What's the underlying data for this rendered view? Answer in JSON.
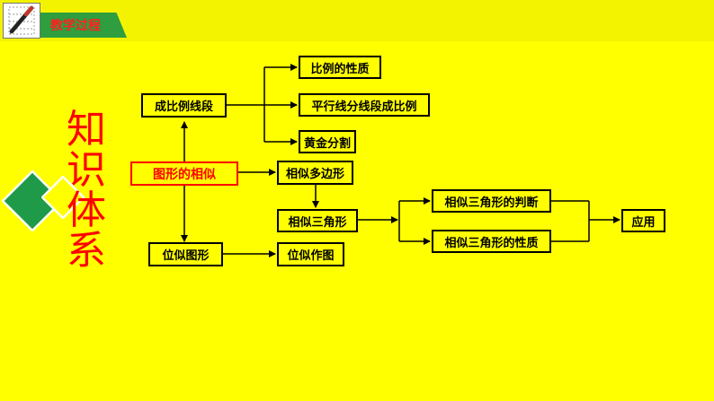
{
  "header": {
    "title": "教学过程"
  },
  "side_title": {
    "chars": [
      "知",
      "识",
      "体",
      "系"
    ]
  },
  "nodes": {
    "chengbili": "成比例线段",
    "bilixingzhi": "比例的性质",
    "pingxingxian": "平行线分线段成比例",
    "huangjin": "黄金分割",
    "tuxing": "图形的相似",
    "duobianxing": "相似多边形",
    "sanjiaoxing": "相似三角形",
    "panduan": "相似三角形的判断",
    "xingzhi": "相似三角形的性质",
    "yingyong": "应用",
    "weisi": "位似图形",
    "weisizuotu": "位似作图"
  },
  "colors": {
    "background": "#FFFF00",
    "header_tab": "#2E9E3E",
    "title_text": "#FF2020",
    "side_title": "#FF0000",
    "highlight_border": "#FF0000",
    "line": "#000000"
  }
}
